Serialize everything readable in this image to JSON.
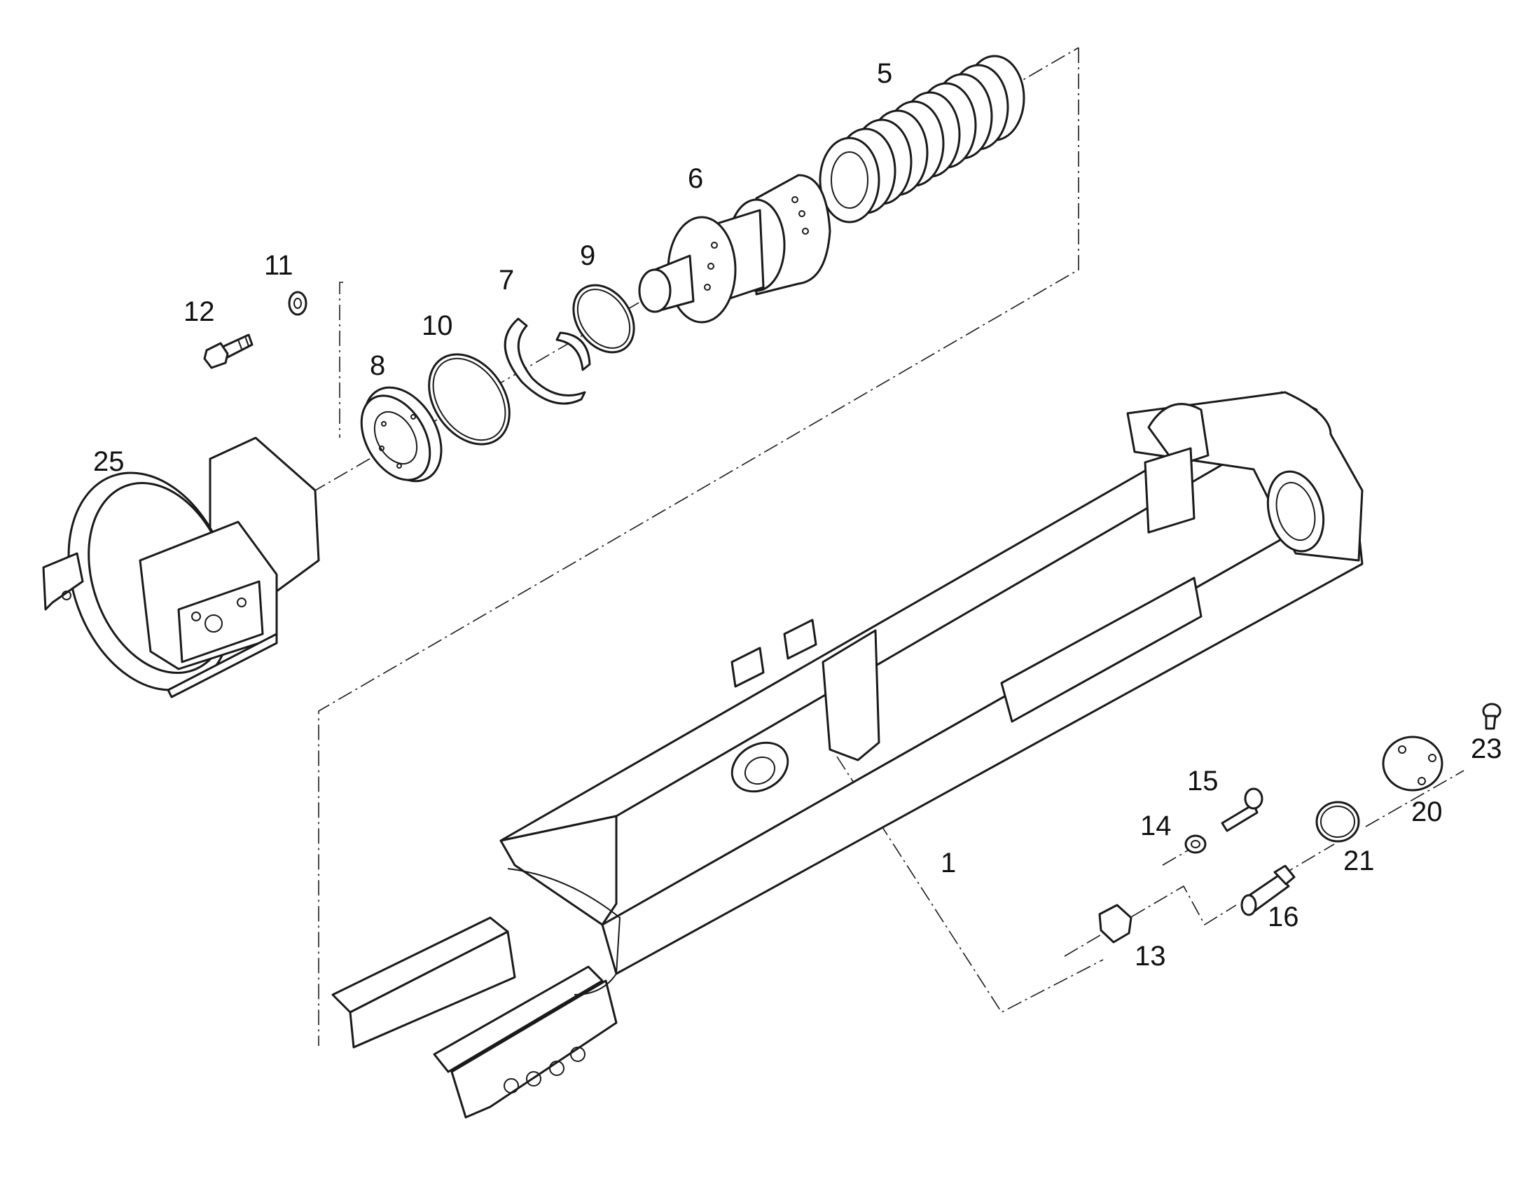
{
  "diagram": {
    "callouts": {
      "c1": "1",
      "c5": "5",
      "c6": "6",
      "c7": "7",
      "c8": "8",
      "c9": "9",
      "c10": "10",
      "c11": "11",
      "c12": "12",
      "c13": "13",
      "c14": "14",
      "c15": "15",
      "c16": "16",
      "c20": "20",
      "c21": "21",
      "c23": "23",
      "c25": "25"
    }
  }
}
